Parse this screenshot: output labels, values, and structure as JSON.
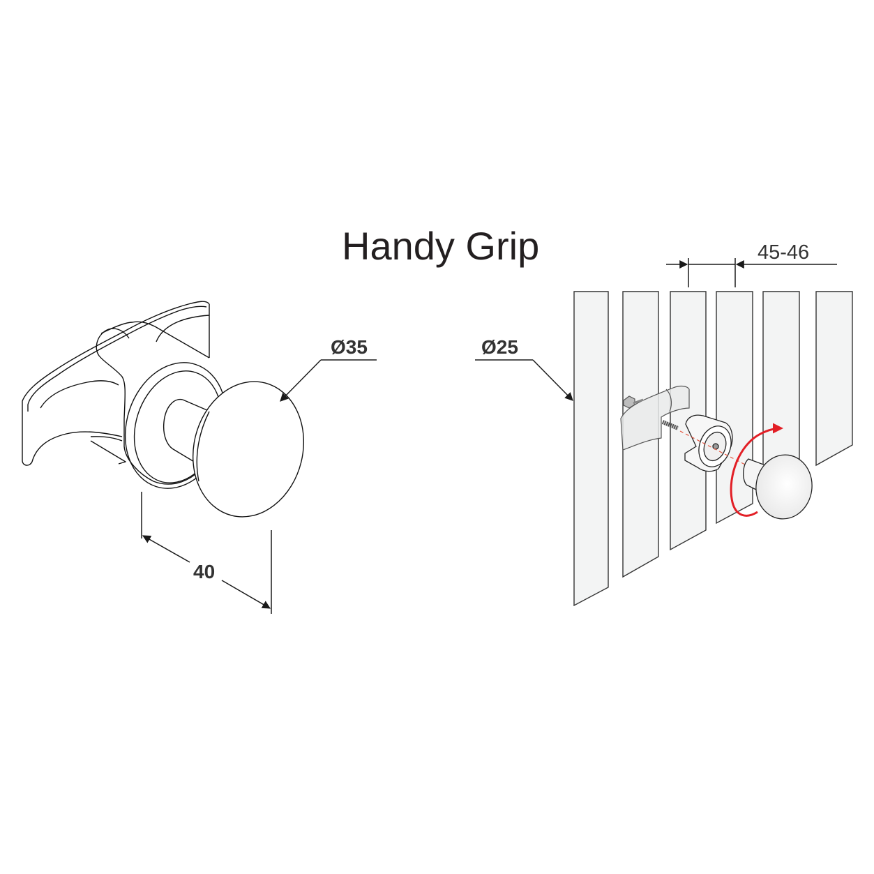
{
  "title": "Handy Grip",
  "product_view": {
    "dimensions": {
      "knob_diameter": "Ø35",
      "depth": "40"
    }
  },
  "installation_view": {
    "dimensions": {
      "post_diameter": "Ø25",
      "spacing": "45-46"
    },
    "slat_count": 6
  },
  "colors": {
    "line": "#1a1a1a",
    "slat_fill": "#f3f4f4",
    "rotation_arrow": "#e21f26",
    "axis_dash": "#e5533d",
    "text": "#231f20"
  }
}
